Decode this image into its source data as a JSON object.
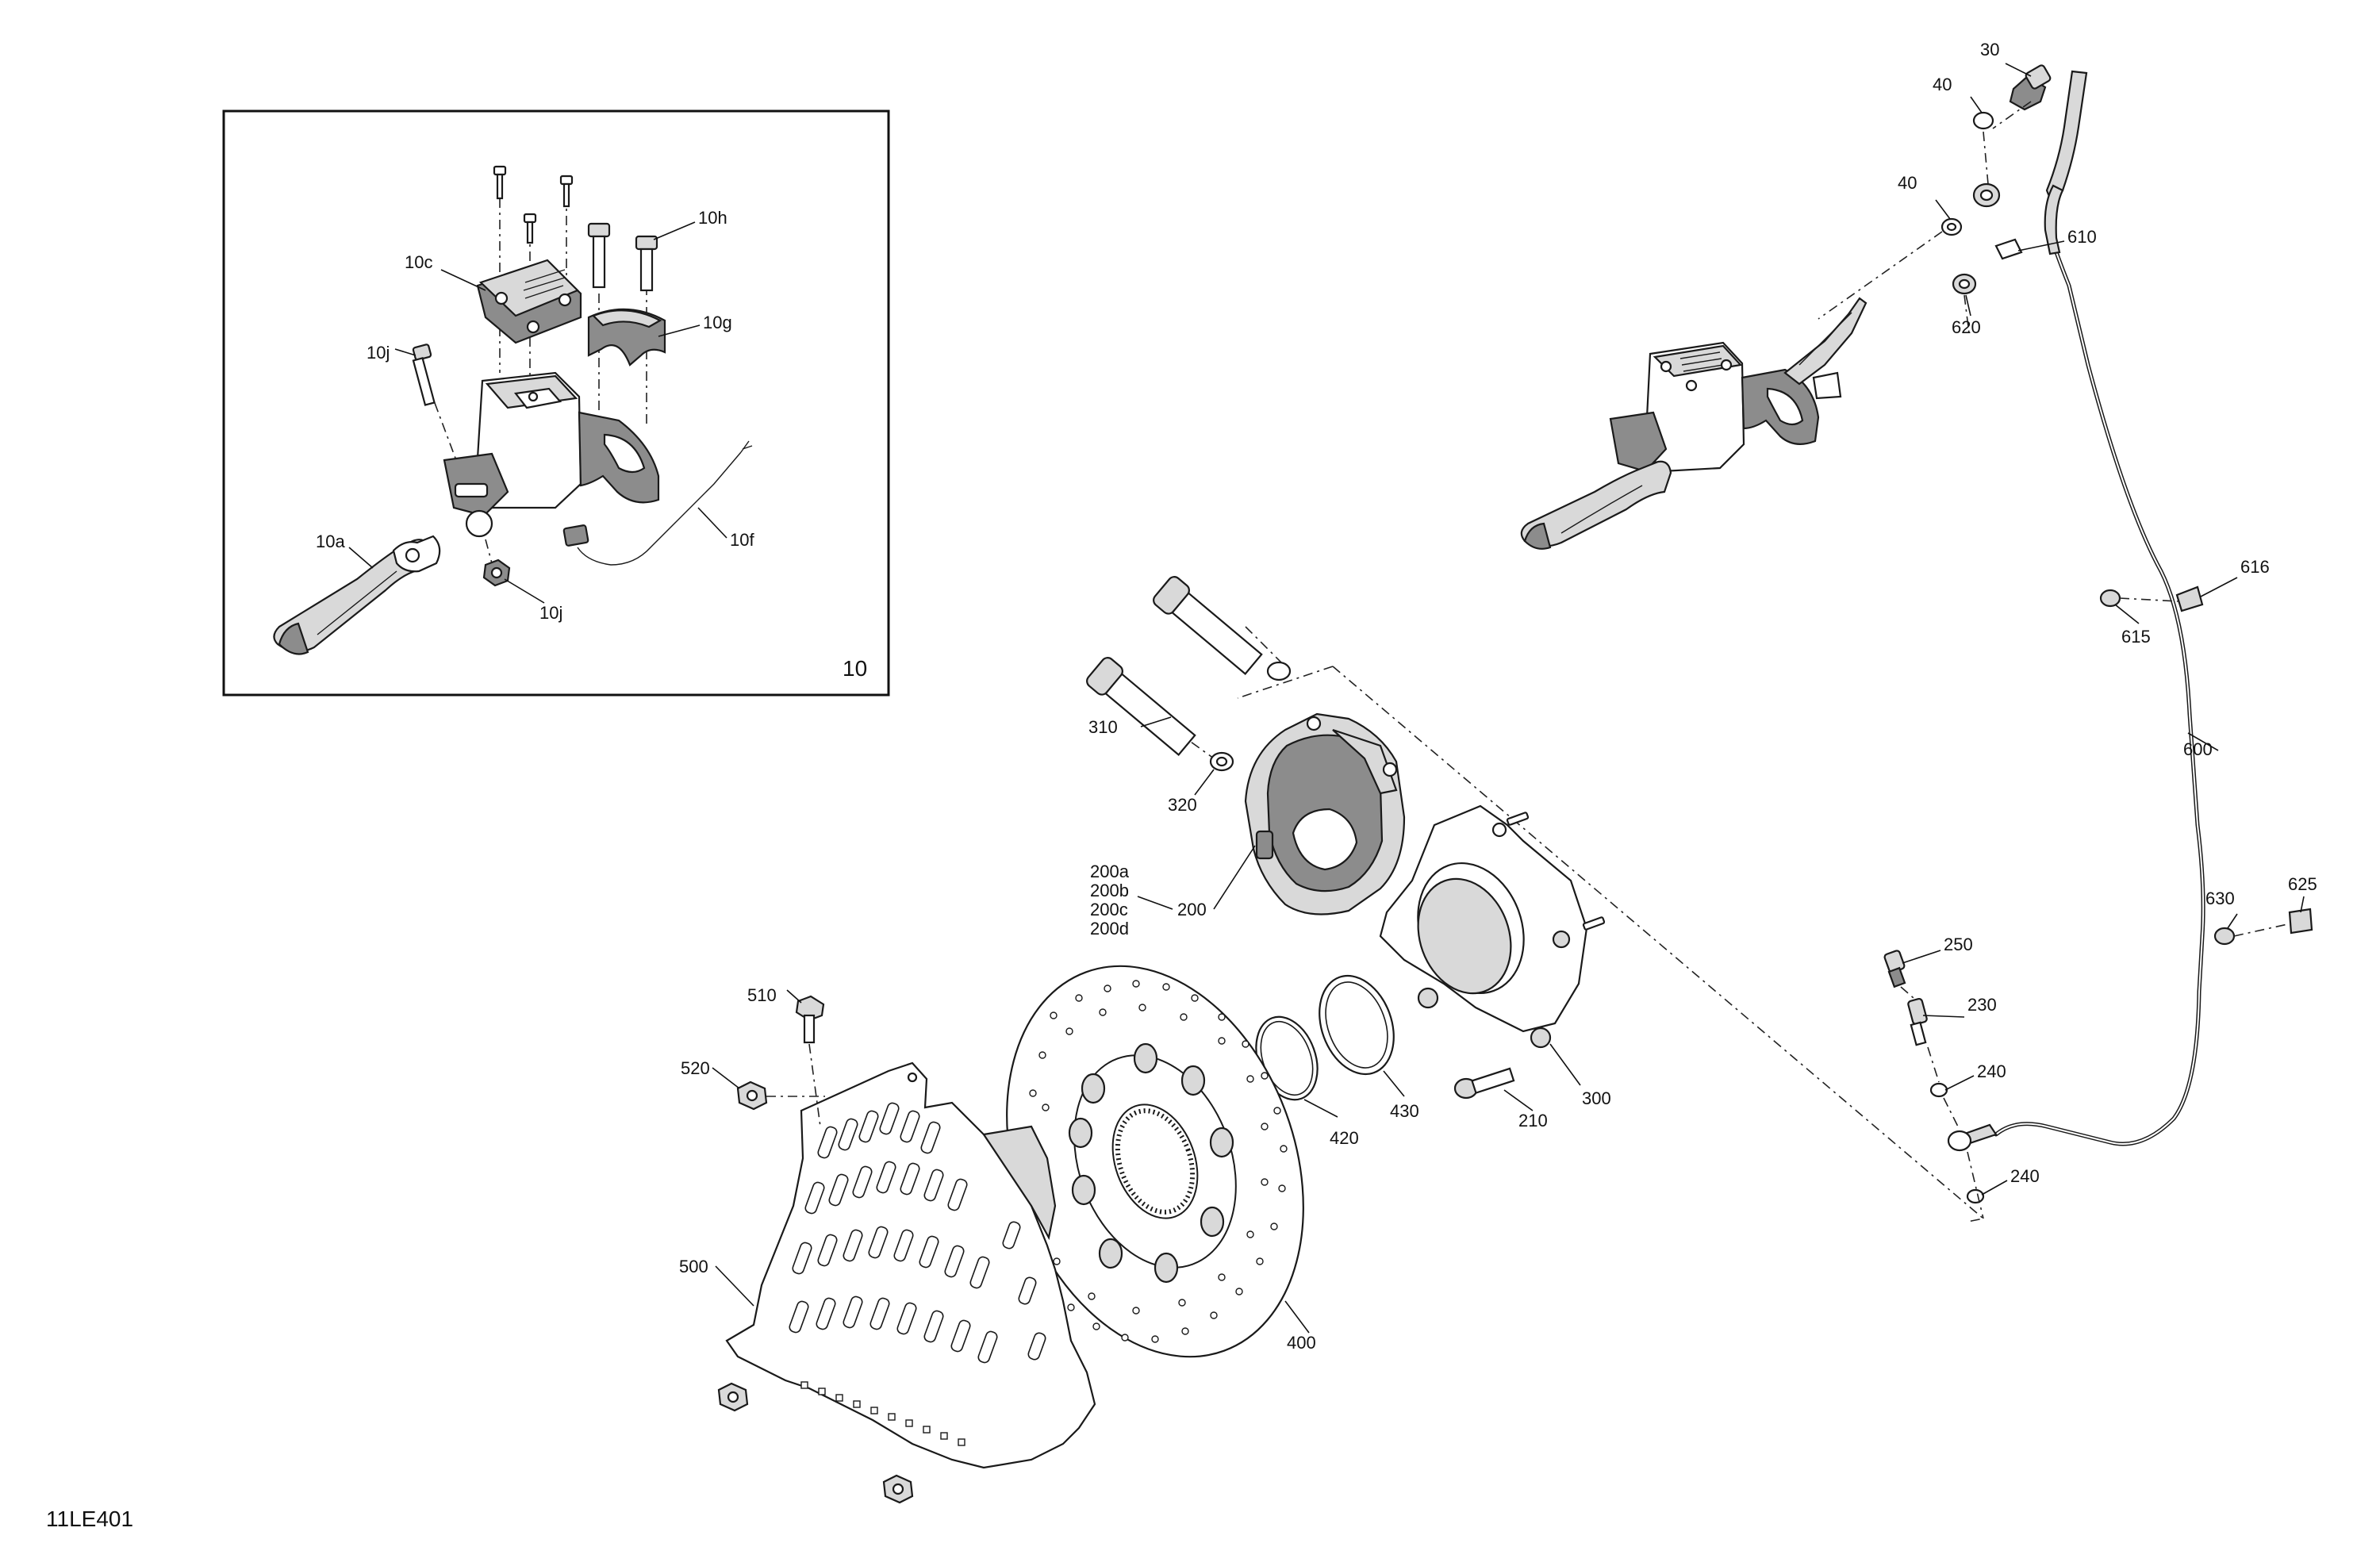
{
  "figure_code": "11LE401",
  "inset": {
    "number": "10",
    "callouts": [
      {
        "id": "10a",
        "text": "10a"
      },
      {
        "id": "10c",
        "text": "10c"
      },
      {
        "id": "10f",
        "text": "10f"
      },
      {
        "id": "10g",
        "text": "10g"
      },
      {
        "id": "10h",
        "text": "10h"
      },
      {
        "id": "10j-top",
        "text": "10j"
      },
      {
        "id": "10j-bottom",
        "text": "10j"
      }
    ]
  },
  "callouts": [
    {
      "id": "30",
      "text": "30"
    },
    {
      "id": "40-top",
      "text": "40"
    },
    {
      "id": "40-mid",
      "text": "40"
    },
    {
      "id": "610",
      "text": "610"
    },
    {
      "id": "620",
      "text": "620"
    },
    {
      "id": "616",
      "text": "616"
    },
    {
      "id": "615",
      "text": "615"
    },
    {
      "id": "600",
      "text": "600"
    },
    {
      "id": "630",
      "text": "630"
    },
    {
      "id": "625",
      "text": "625"
    },
    {
      "id": "250",
      "text": "250"
    },
    {
      "id": "230",
      "text": "230"
    },
    {
      "id": "240-top",
      "text": "240"
    },
    {
      "id": "240-bottom",
      "text": "240"
    },
    {
      "id": "310",
      "text": "310"
    },
    {
      "id": "320",
      "text": "320"
    },
    {
      "id": "200a",
      "text": "200a"
    },
    {
      "id": "200b",
      "text": "200b"
    },
    {
      "id": "200c",
      "text": "200c"
    },
    {
      "id": "200d",
      "text": "200d"
    },
    {
      "id": "200",
      "text": "200"
    },
    {
      "id": "210",
      "text": "210"
    },
    {
      "id": "300",
      "text": "300"
    },
    {
      "id": "420",
      "text": "420"
    },
    {
      "id": "430",
      "text": "430"
    },
    {
      "id": "400",
      "text": "400"
    },
    {
      "id": "510",
      "text": "510"
    },
    {
      "id": "520",
      "text": "520"
    },
    {
      "id": "500",
      "text": "500"
    }
  ]
}
